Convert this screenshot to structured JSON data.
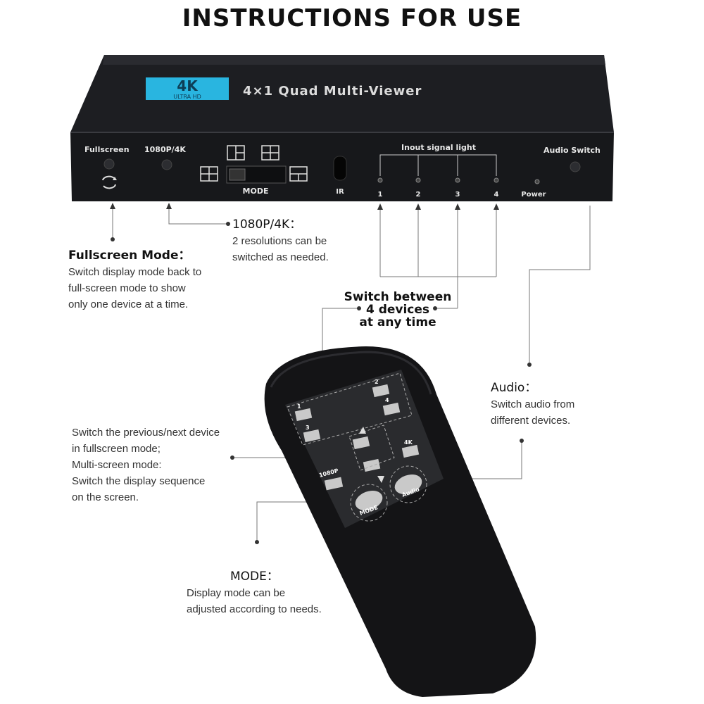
{
  "title": "INSTRUCTIONS FOR USE",
  "device": {
    "badge_big": "4K",
    "badge_small": "ULTRA HD",
    "name": "4×1 Quad Multi-Viewer",
    "fullscreen_label": "Fullscreen",
    "res_label": "1080P/4K",
    "mode_label": "MODE",
    "ir_label": "IR",
    "signal_label": "Inout signal light",
    "ch1": "1",
    "ch2": "2",
    "ch3": "3",
    "ch4": "4",
    "power_label": "Power",
    "audio_label": "Audio Switch"
  },
  "callouts": {
    "res_title": "1080P/4K：",
    "res_l1": "2 resolutions can be",
    "res_l2": "switched as needed.",
    "fs_title": "Fullscreen Mode：",
    "fs_l1": "Switch display mode back to",
    "fs_l2": "full-screen mode to show",
    "fs_l3": "only one device at a time.",
    "sw_l1": "Switch between",
    "sw_l2": "4 devices",
    "sw_l3": "at any time",
    "audio_title": "Audio：",
    "audio_l1": "Switch audio from",
    "audio_l2": "different devices.",
    "prev_l1": "Switch the previous/next device",
    "prev_l2": "in fullscreen mode;",
    "prev_l3": "Multi-screen mode:",
    "prev_l4": "Switch the display sequence",
    "prev_l5": "on the screen.",
    "mode_title": "MODE：",
    "mode_l1": "Display mode can be",
    "mode_l2": "adjusted according to needs."
  },
  "remote": {
    "b1": "1",
    "b2": "2",
    "b3": "3",
    "b4": "4",
    "b4k": "4K",
    "b1080": "1080P",
    "bmode": "MODE",
    "baudio": "Audio"
  }
}
